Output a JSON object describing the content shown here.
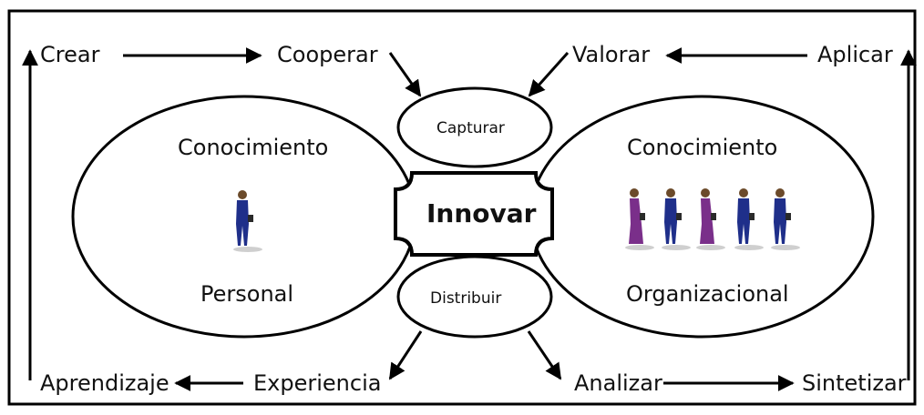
{
  "labels": {
    "crear": "Crear",
    "cooperar": "Cooperar",
    "valorar": "Valorar",
    "aplicar": "Aplicar",
    "capturar": "Capturar",
    "innovar": "Innovar",
    "distribuir": "Distribuir",
    "conocimiento_left": "Conocimiento",
    "personal": "Personal",
    "conocimiento_right": "Conocimiento",
    "organizacional": "Organizacional",
    "aprendizaje": "Aprendizaje",
    "experiencia": "Experiencia",
    "analizar": "Analizar",
    "sintetizar": "Sintetizar"
  },
  "figures": {
    "personal_people": [
      {
        "color": "#1f2f8a",
        "type": "man"
      }
    ],
    "organizational_people": [
      {
        "color": "#7a2f8a",
        "type": "woman"
      },
      {
        "color": "#1f2f8a",
        "type": "man"
      },
      {
        "color": "#7a2f8a",
        "type": "woman"
      },
      {
        "color": "#1f2f8a",
        "type": "man"
      },
      {
        "color": "#1f2f8a",
        "type": "man"
      }
    ]
  },
  "colors": {
    "stroke": "#000000",
    "man": "#1f2f8a",
    "woman": "#7a2f8a"
  }
}
